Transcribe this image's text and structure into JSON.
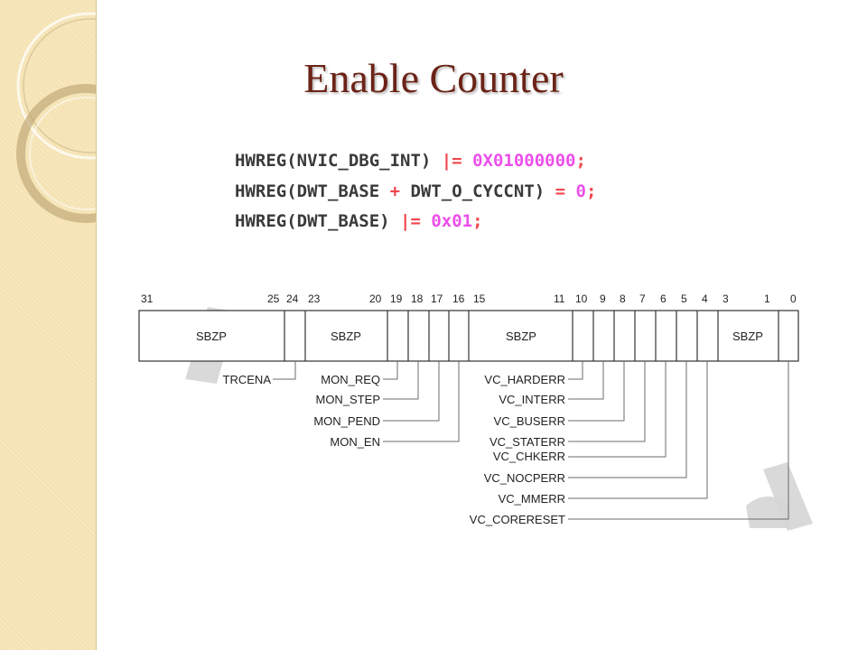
{
  "slide": {
    "title": "Enable Counter"
  },
  "code_lines": [
    [
      {
        "t": "HWREG(NVIC_DBG_INT) ",
        "c": "black"
      },
      {
        "t": "|= ",
        "c": "red"
      },
      {
        "t": "0X01000000",
        "c": "magenta"
      },
      {
        "t": ";",
        "c": "red"
      }
    ],
    [
      {
        "t": "HWREG(DWT_BASE ",
        "c": "black"
      },
      {
        "t": "+ ",
        "c": "red"
      },
      {
        "t": "DWT_O_CYCCNT) ",
        "c": "black"
      },
      {
        "t": "= ",
        "c": "red"
      },
      {
        "t": "0",
        "c": "magenta"
      },
      {
        "t": ";",
        "c": "red"
      }
    ],
    [
      {
        "t": "HWREG(DWT_BASE) ",
        "c": "black"
      },
      {
        "t": "|= ",
        "c": "red"
      },
      {
        "t": "0x01",
        "c": "magenta"
      },
      {
        "t": ";",
        "c": "red"
      }
    ]
  ],
  "register": {
    "bit_numbers": [
      "31",
      "25",
      "24",
      "23",
      "20",
      "19",
      "18",
      "17",
      "16",
      "15",
      "11",
      "10",
      "9",
      "8",
      "7",
      "6",
      "5",
      "4",
      "3",
      "1",
      "0"
    ],
    "field_labels": [
      "SBZP",
      "SBZP",
      "SBZP",
      "SBZP"
    ],
    "left_signals": [
      "TRCENA",
      "MON_REQ",
      "MON_STEP",
      "MON_PEND",
      "MON_EN"
    ],
    "right_signals": [
      "VC_HARDERR",
      "VC_INTERR",
      "VC_BUSERR",
      "VC_STATERR",
      "VC_CHKERR",
      "VC_NOCPERR",
      "VC_MMERR",
      "VC_CORERESET"
    ]
  },
  "colors": {
    "title": "#6b2316",
    "code_black": "#3a3a3a",
    "code_red": "#f0464d",
    "code_magenta": "#ec4fea",
    "strip": "#f5e3b4"
  }
}
